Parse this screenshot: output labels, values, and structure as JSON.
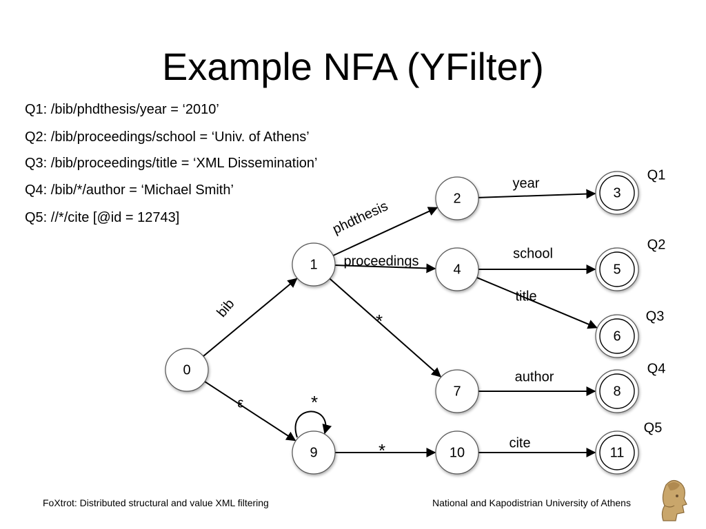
{
  "slide": {
    "title": "Example NFA (YFilter)",
    "queries": [
      "Q1: /bib/phdthesis/year = ‘2010’",
      "Q2: /bib/proceedings/school = ‘Univ. of Athens’",
      "Q3: /bib/proceedings/title = ‘XML Dissemination’",
      "Q4: /bib/*/author = ‘Michael Smith’",
      "Q5: //*/cite [@id = 12743]"
    ],
    "footer_left": "FoXtrot: Distributed structural and value XML filtering",
    "footer_right": "National and Kapodistrian University of Athens"
  },
  "nfa": {
    "states": [
      {
        "id": "0",
        "accepting": false
      },
      {
        "id": "1",
        "accepting": false
      },
      {
        "id": "2",
        "accepting": false
      },
      {
        "id": "3",
        "accepting": true,
        "query": "Q1"
      },
      {
        "id": "4",
        "accepting": false
      },
      {
        "id": "5",
        "accepting": true,
        "query": "Q2"
      },
      {
        "id": "6",
        "accepting": true,
        "query": "Q3"
      },
      {
        "id": "7",
        "accepting": false
      },
      {
        "id": "8",
        "accepting": true,
        "query": "Q4"
      },
      {
        "id": "9",
        "accepting": false
      },
      {
        "id": "10",
        "accepting": false
      },
      {
        "id": "11",
        "accepting": true,
        "query": "Q5"
      }
    ],
    "transitions": [
      {
        "from": "0",
        "to": "1",
        "label": "bib"
      },
      {
        "from": "0",
        "to": "9",
        "label": "ε"
      },
      {
        "from": "9",
        "to": "9",
        "label": "*"
      },
      {
        "from": "1",
        "to": "2",
        "label": "phdthesis"
      },
      {
        "from": "1",
        "to": "4",
        "label": "proceedings"
      },
      {
        "from": "1",
        "to": "7",
        "label": "*"
      },
      {
        "from": "2",
        "to": "3",
        "label": "year"
      },
      {
        "from": "4",
        "to": "5",
        "label": "school"
      },
      {
        "from": "4",
        "to": "6",
        "label": "title"
      },
      {
        "from": "7",
        "to": "8",
        "label": "author"
      },
      {
        "from": "9",
        "to": "10",
        "label": "*"
      },
      {
        "from": "10",
        "to": "11",
        "label": "cite"
      }
    ]
  }
}
